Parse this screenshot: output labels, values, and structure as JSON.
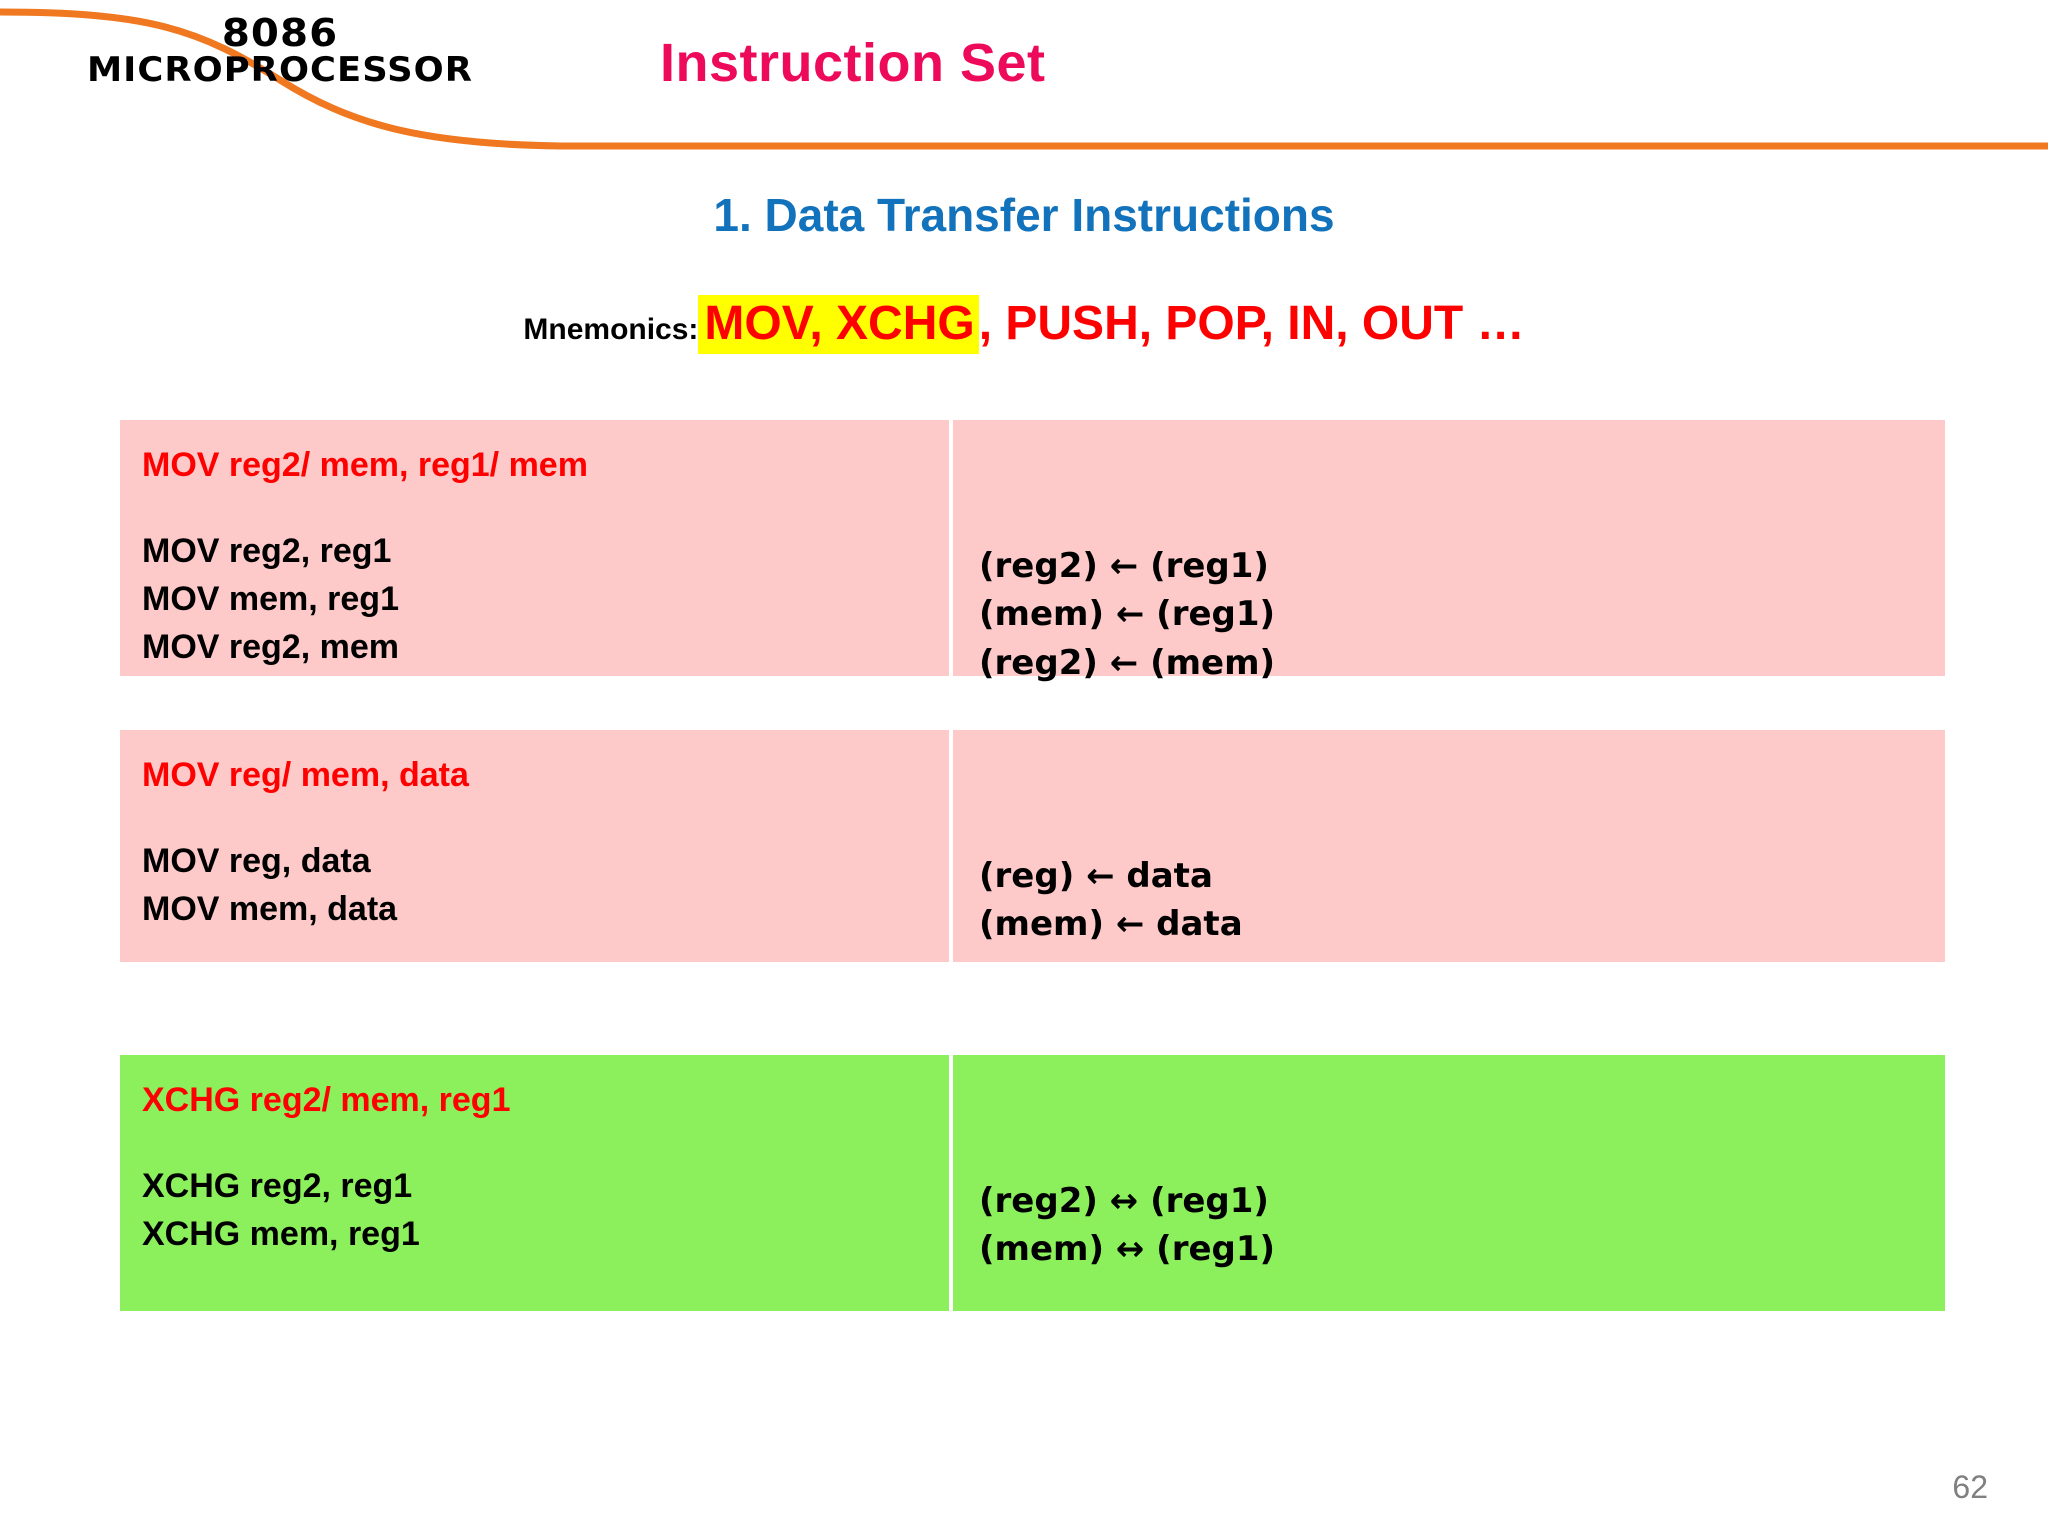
{
  "header": {
    "logo_line1": "8086",
    "logo_line2": "MICROPROCESSOR",
    "title": "Instruction Set",
    "accent_color": "#f07820",
    "title_color": "#ee0a5a"
  },
  "section": {
    "heading": "1. Data Transfer Instructions",
    "heading_color": "#1272bb"
  },
  "mnemonics": {
    "label": "Mnemonics:",
    "highlighted": "MOV, XCHG",
    "rest": ", PUSH, POP, IN, OUT …",
    "highlight_color": "#ffff00",
    "text_color": "#ff0000"
  },
  "blocks": [
    {
      "bg_color": "#fdc9c9",
      "syntax": "MOV reg2/ mem, reg1/ mem",
      "left_ops": [
        "MOV reg2, reg1",
        "MOV mem, reg1",
        "MOV reg2, mem"
      ],
      "right_ops": [
        "(reg2) ← (reg1)",
        "(mem) ← (reg1)",
        "(reg2) ← (mem)"
      ]
    },
    {
      "bg_color": "#fdc9c9",
      "syntax": "MOV reg/ mem, data",
      "left_ops": [
        "MOV reg, data",
        "MOV mem, data"
      ],
      "right_ops": [
        "(reg) ← data",
        "(mem) ← data"
      ]
    },
    {
      "bg_color": "#8cf05c",
      "syntax": "XCHG reg2/ mem, reg1",
      "left_ops": [
        "XCHG reg2, reg1",
        "XCHG mem, reg1"
      ],
      "right_ops": [
        "(reg2) ↔ (reg1)",
        "(mem) ↔ (reg1)"
      ]
    }
  ],
  "footer": {
    "page_number": "62"
  }
}
